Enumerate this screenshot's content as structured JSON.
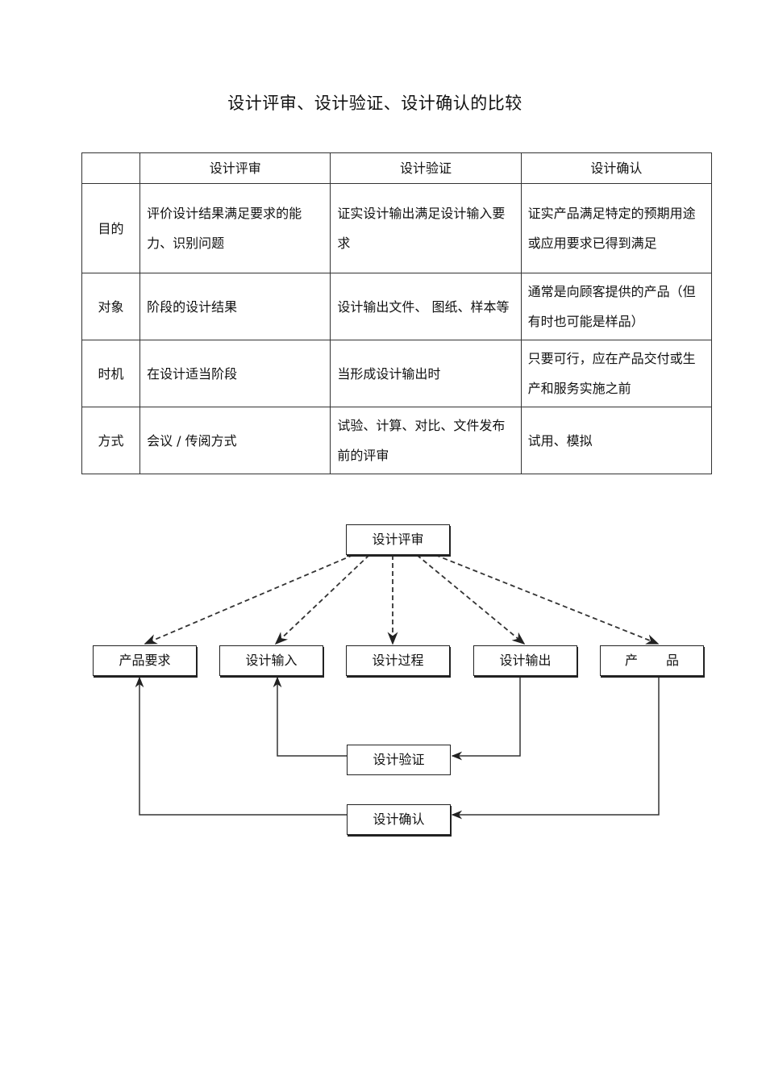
{
  "title": "设计评审、设计验证、设计确认的比较",
  "table": {
    "headers": [
      "",
      "设计评审",
      "设计验证",
      "设计确认"
    ],
    "rows": [
      {
        "label": "目的",
        "review": "评价设计结果满足要求的能力、识别问题",
        "verification": "证实设计输出满足设计输入要求",
        "validation": "证实产品满足特定的预期用途或应用要求已得到满足"
      },
      {
        "label": "对象",
        "review": "阶段的设计结果",
        "verification": "设计输出文件、 图纸、样本等",
        "validation": "通常是向顾客提供的产品（但有时也可能是样品）"
      },
      {
        "label": "时机",
        "review": "在设计适当阶段",
        "verification": "当形成设计输出时",
        "validation": "只要可行，应在产品交付或生产和服务实施之前"
      },
      {
        "label": "方式",
        "review": "会议 / 传阅方式",
        "verification": "试验、计算、对比、文件发布前的评审",
        "validation": "试用、模拟"
      }
    ]
  },
  "diagram": {
    "review": "设计评审",
    "product_requirements": "产品要求",
    "design_input": "设计输入",
    "design_process": "设计过程",
    "design_output": "设计输出",
    "product_left": "产",
    "product_right": "品",
    "verification": "设计验证",
    "validation": "设计确认"
  }
}
